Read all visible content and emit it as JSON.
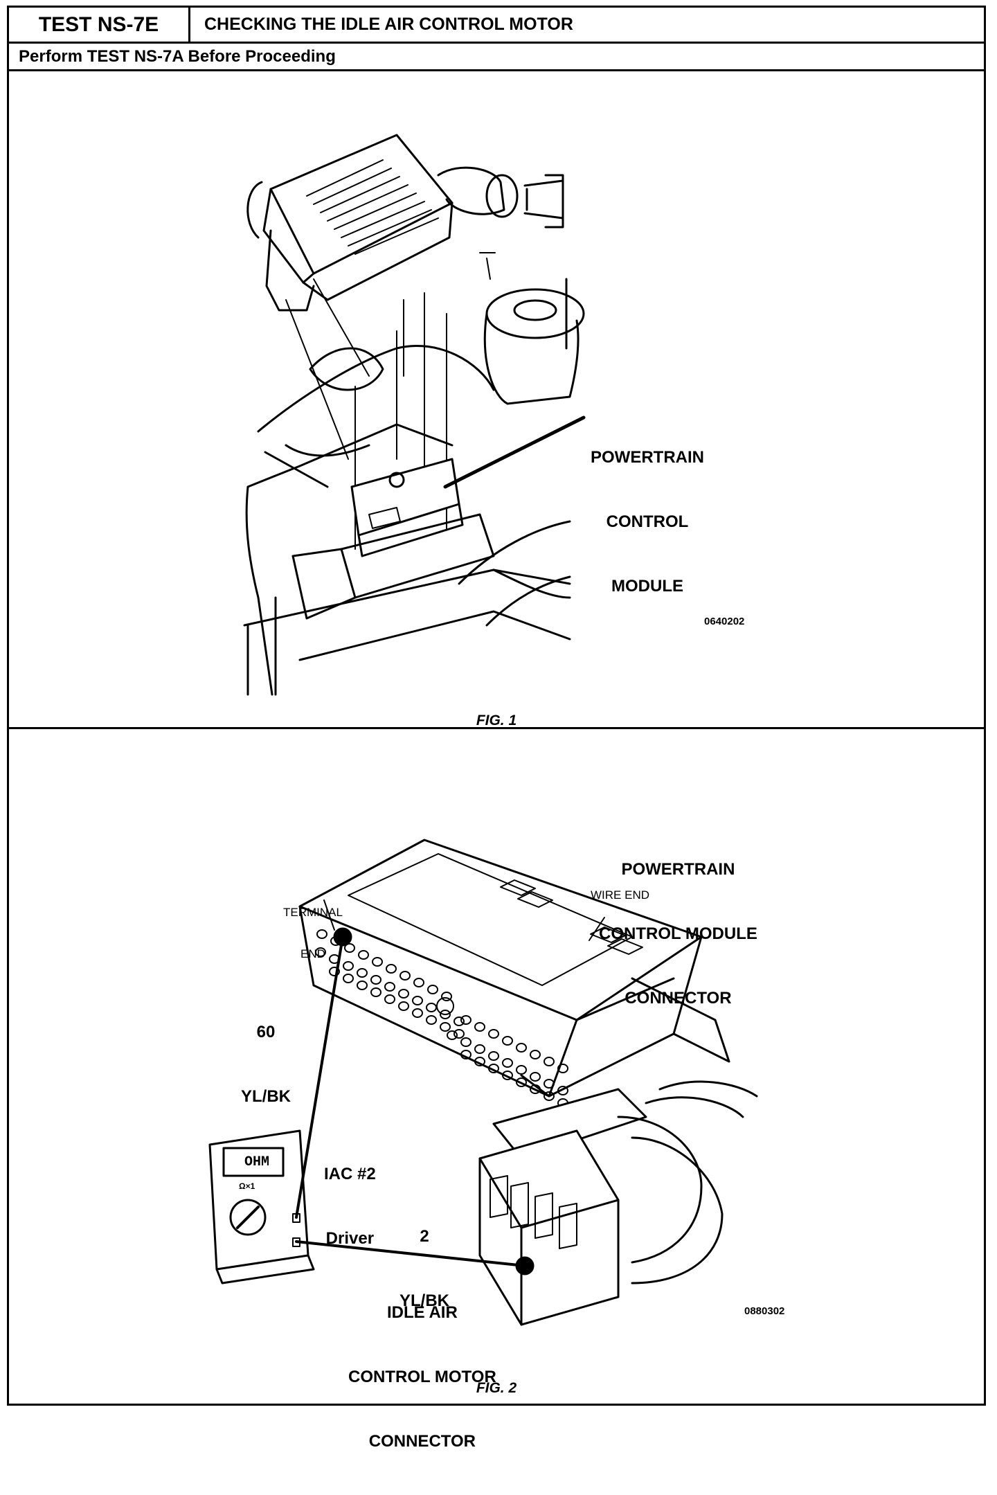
{
  "header": {
    "test_id": "TEST NS-7E",
    "title": "CHECKING THE IDLE AIR CONTROL MOTOR"
  },
  "prerequisite": "Perform TEST NS-7A Before Proceeding",
  "figure1": {
    "caption": "FIG. 1",
    "callout": [
      "POWERTRAIN",
      "CONTROL",
      "MODULE"
    ],
    "image_code": "0640202"
  },
  "figure2": {
    "caption": "FIG. 2",
    "pcm_connector_label": [
      "POWERTRAIN",
      "CONTROL MODULE",
      "CONNECTOR"
    ],
    "terminal_end_label": [
      "TERMINAL",
      "END"
    ],
    "wire_end_label": "WIRE END",
    "pin60_label": [
      "60",
      "YL/BK"
    ],
    "circuit_label": [
      "IAC #2",
      "Driver"
    ],
    "pin2_label": [
      "2",
      "YL/BK"
    ],
    "iac_connector_label": [
      "IDLE AIR",
      "CONTROL MOTOR",
      "CONNECTOR"
    ],
    "meter_display": "OHM",
    "meter_range": "Ω×1",
    "image_code": "0880302"
  }
}
